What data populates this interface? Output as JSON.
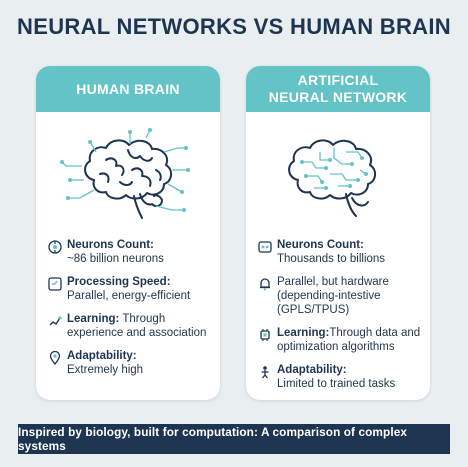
{
  "title": "NEURAL NETWORKS VS HUMAN BRAIN",
  "colors": {
    "accent": "#63c3c6",
    "navy": "#1d3550",
    "background": "#e9eef0"
  },
  "left_card": {
    "heading": "HUMAN BRAIN",
    "illustration": "brain-outline-icon",
    "stats": [
      {
        "icon": "neuron-icon",
        "label": "Neurons Count:",
        "value": "~86 billion neurons"
      },
      {
        "icon": "speed-gauge-icon",
        "label": "Processing Speed:",
        "value": "Parallel, energy-efficient"
      },
      {
        "icon": "learning-icon",
        "label": "Learning:",
        "value": " Through experience and association"
      },
      {
        "icon": "location-pin-icon",
        "label": "Adaptability:",
        "value": "Extremely high"
      }
    ]
  },
  "right_card": {
    "heading": "ARTIFICIAL\nNEURAL NETWORK",
    "illustration": "circuit-brain-icon",
    "stats": [
      {
        "icon": "network-icon",
        "label": "Neurons Count:",
        "value": "Thousands to billions"
      },
      {
        "icon": "bell-icon",
        "label": "",
        "value": "Parallel, but hardware (depending-intestive (GPLS/TPUS)"
      },
      {
        "icon": "chip-icon",
        "label": "Learning:",
        "value": "Through data and optimization algorithms"
      },
      {
        "icon": "figure-icon",
        "label": "Adaptability:",
        "value": "Limited to trained tasks"
      }
    ]
  },
  "footer": "Inspired by biology, built for computation: A comparison of complex systems"
}
